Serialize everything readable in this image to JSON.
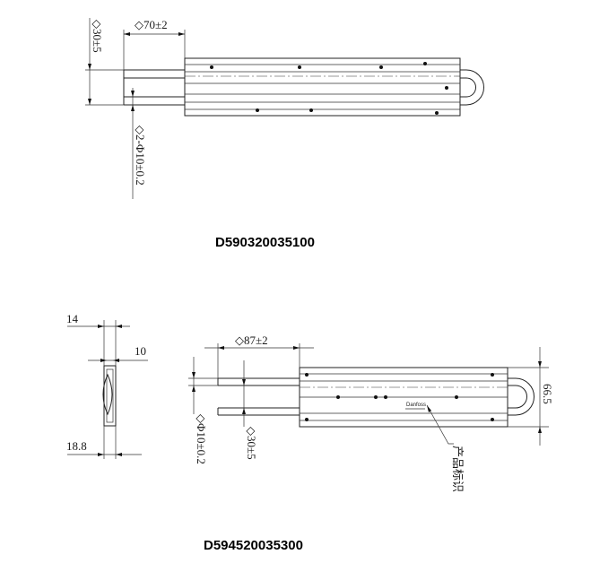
{
  "drawings": [
    {
      "part_number": "D590320035100",
      "dims": {
        "height": "◇30±5",
        "length": "◇70±2",
        "tube": "◇2-Φ10±0.2"
      }
    },
    {
      "part_number": "D594520035300",
      "dims": {
        "side_a": "14",
        "side_b": "10",
        "side_c": "18.8",
        "length": "◇87±2",
        "height": "66.5",
        "tube_a": "◇Φ10±0.2",
        "tube_b": "◇30±5",
        "label_note": "产品标识"
      }
    }
  ]
}
